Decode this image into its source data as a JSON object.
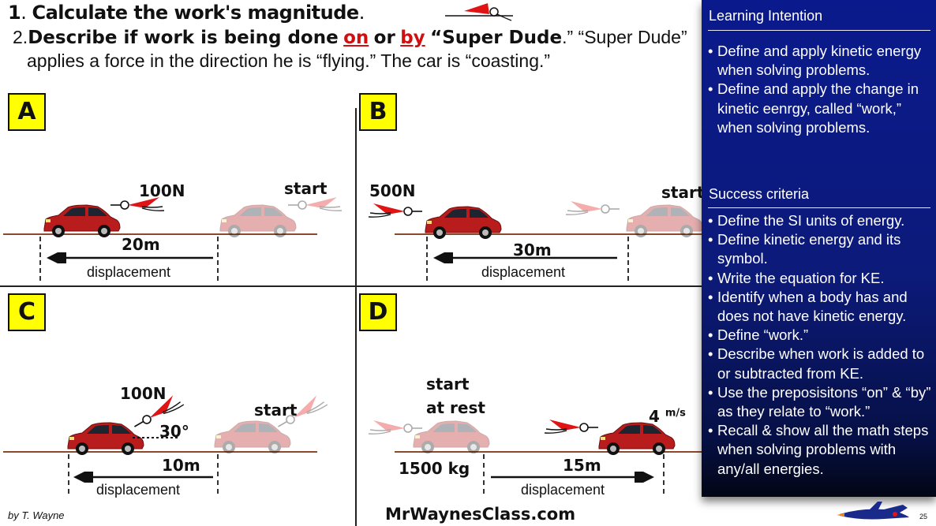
{
  "header": {
    "q1_number": "1",
    "q1_text": "Calculate the work's magnitude",
    "q1_period": ".",
    "q2_number": "2.",
    "q2_describe": "Describe if work is being done",
    "q2_on": "on",
    "q2_or": "or",
    "q2_by": "by",
    "q2_super": "“Super Dude",
    "q2_close": ".”",
    "q2_tail": "“Super Dude”",
    "q2_line2": "applies a force in the direction he is “flying.” The car is “coasting.”"
  },
  "quadrants": {
    "a": {
      "label": "A",
      "force": "100N",
      "start": "start",
      "distance": "20m",
      "disp": "displacement"
    },
    "b": {
      "label": "B",
      "force": "500N",
      "start": "start",
      "distance": "30m",
      "disp": "displacement"
    },
    "c": {
      "label": "C",
      "force": "100N",
      "angle": "30°",
      "start": "start",
      "distance": "10m",
      "disp": "displacement"
    },
    "d": {
      "label": "D",
      "start_line1": "start",
      "start_line2": "at rest",
      "mass": "1500 kg",
      "speed": "4",
      "speed_unit": "m/s",
      "distance": "15m",
      "disp": "displacement"
    }
  },
  "panel": {
    "learning_title": "Learning Intention",
    "learning_items": [
      "Define and apply kinetic energy  when solving problems.",
      "Define and apply the change in kinetic eenrgy, called “work,” when solving problems."
    ],
    "success_title": "Success criteria",
    "success_items": [
      "Define the SI units of energy.",
      "Define kinetic energy and its symbol.",
      "Write the equation for KE.",
      "Identify when a body has and does not have kinetic energy.",
      "Define “work.”",
      "Describe when work is added to or subtracted from KE.",
      "Use the preposisitons “on” & “by” as they relate to “work.”",
      "Recall & show all the math steps when solving problems with any/all energies."
    ]
  },
  "footer": {
    "byline": "by T. Wayne",
    "site": "MrWaynesClass.com",
    "page": "25"
  },
  "colors": {
    "car": "#b91c1c",
    "panel": "#0a1a8c",
    "ground": "#8b4a2b",
    "label_box": "#ffff00",
    "accent_red": "#d01010"
  }
}
